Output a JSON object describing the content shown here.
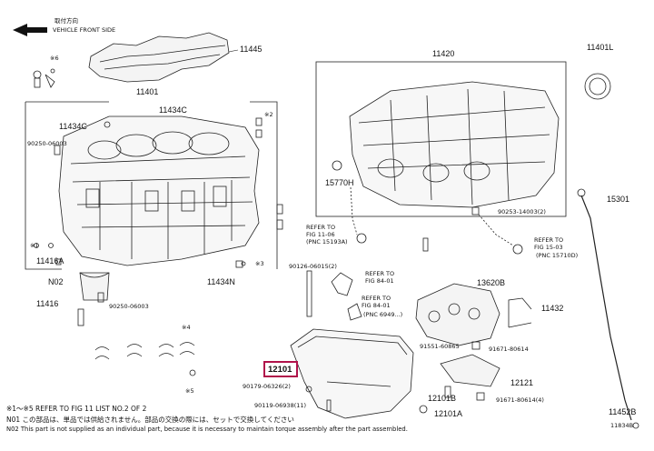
{
  "header": {
    "top_text": "取付方向",
    "front_text": "VEHICLE FRONT SIDE"
  },
  "parts": {
    "p11445": "11445",
    "p11401": "11401",
    "p11434c_a": "11434C",
    "p11434c_b": "11434C",
    "p90250a": "90250-06003",
    "p11416a": "11416A",
    "n02": "N02",
    "p11416": "11416",
    "p90250b": "90250-06003",
    "p11434n": "11434N",
    "x1": "※1",
    "x2": "※2",
    "x3": "※3",
    "x4": "※4",
    "x5": "※5",
    "x6": "※6",
    "p11420": "11420",
    "p15770h": "15770H",
    "p90253": "90253-14003(2)",
    "p11401l": "11401L",
    "p15301": "15301",
    "refer1": "REFER TO",
    "refer1b": "FIG 11-06",
    "refer1c": "(PNC 15193A)",
    "refer2": "REFER TO",
    "refer2b": "FIG 15-03",
    "refer2c": "(PNC 15710D)",
    "p90126": "90126-06015(2)",
    "refer3": "REFER TO",
    "refer3b": "FIG 84-01",
    "refer4": "REFER TO",
    "refer4b": "FIG 84-01",
    "refer4c": "(PNC 6949...)",
    "p13620b": "13620B",
    "p11432": "11432",
    "p91551": "91551-60865",
    "p91671a": "91671-80614",
    "p12101": "12101",
    "p12121": "12121",
    "p90179": "90179-06326(2)",
    "p90119": "90119-06938(11)",
    "p12101b": "12101B",
    "p91671b": "91671-80614(4)",
    "p12101a": "12101A",
    "p11452b": "11452B",
    "fig": "11834B"
  },
  "notes": [
    "※1～※5 REFER TO FIG 11 LIST NO.2 OF 2",
    "N01 この部品は、単品では供給されません。部品の交換の際には、セットで交換してください",
    "N02 This part is not supplied as an individual part, because it is necessary to maintain torque assembly after the part assembled."
  ],
  "colors": {
    "highlight": "#b0124a",
    "line": "#222222"
  }
}
